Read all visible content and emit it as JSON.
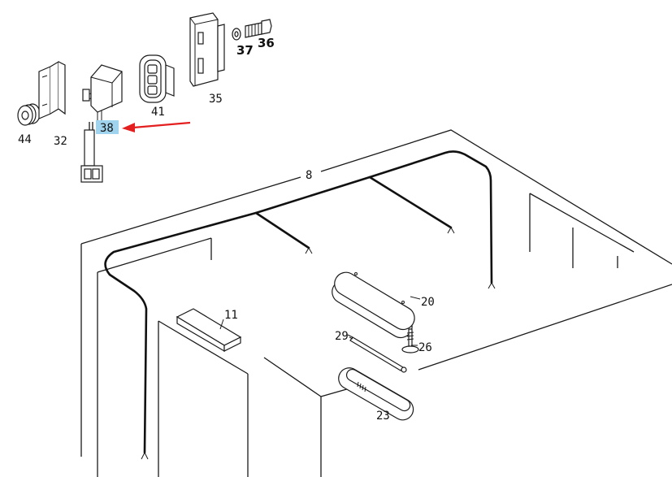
{
  "labels": {
    "p44": "44",
    "p32": "32",
    "p38": "38",
    "p41": "41",
    "p35": "35",
    "p37": "37",
    "p36": "36",
    "p8": "8",
    "p11": "11",
    "p20": "20",
    "p29": "29",
    "p26": "26",
    "p23": "23"
  },
  "highlight": {
    "target": "38",
    "fill_color": "#9fd3ee",
    "arrow_color": "#e41f1f"
  }
}
